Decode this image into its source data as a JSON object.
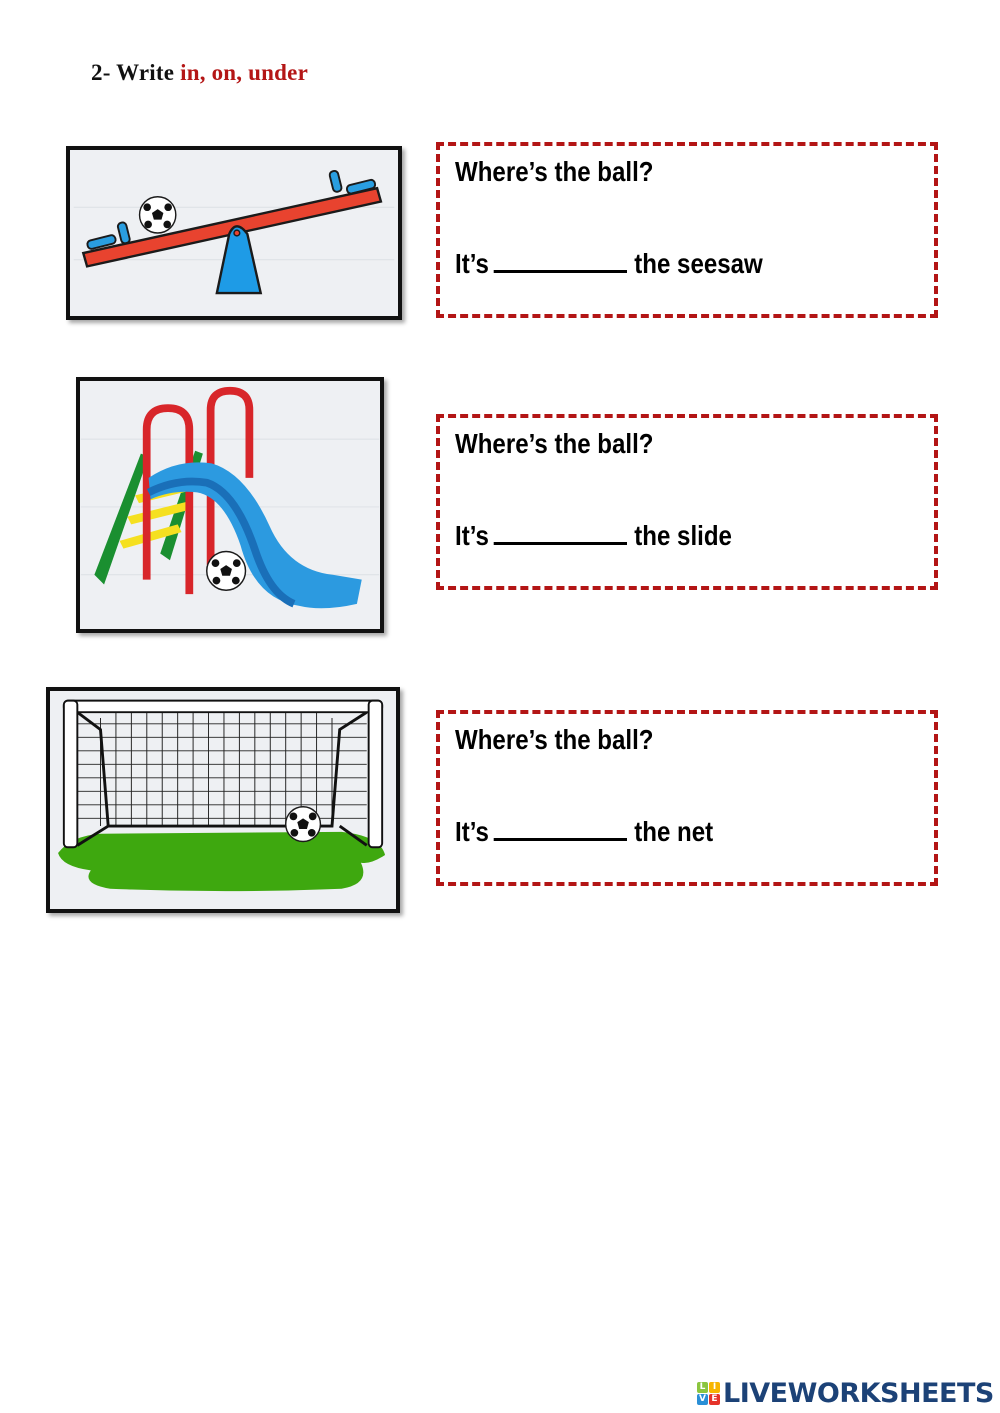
{
  "header": {
    "instruction_prefix": "2- Write ",
    "instruction_words": "in, on, under"
  },
  "exercises": [
    {
      "image": "seesaw-with-ball-on-top",
      "question": "Where’s the ball?",
      "answer_prefix": "It’s",
      "answer_value": "",
      "answer_suffix": "the seesaw"
    },
    {
      "image": "slide-with-ball-under",
      "question": "Where’s the ball?",
      "answer_prefix": "It’s",
      "answer_value": "",
      "answer_suffix": "the slide"
    },
    {
      "image": "goal-net-with-ball-in",
      "question": "Where’s the ball?",
      "answer_prefix": "It’s",
      "answer_value": "",
      "answer_suffix": "the net"
    }
  ],
  "footer": {
    "logo_letters": [
      "L",
      "I",
      "V",
      "E"
    ],
    "logo_colors": [
      "#8bc53f",
      "#f7b500",
      "#2a8fd6",
      "#e5332a"
    ],
    "brand": "LIVEWORKSHEETS"
  },
  "colors": {
    "accent_red": "#b31515",
    "brand_blue": "#1c4277"
  }
}
